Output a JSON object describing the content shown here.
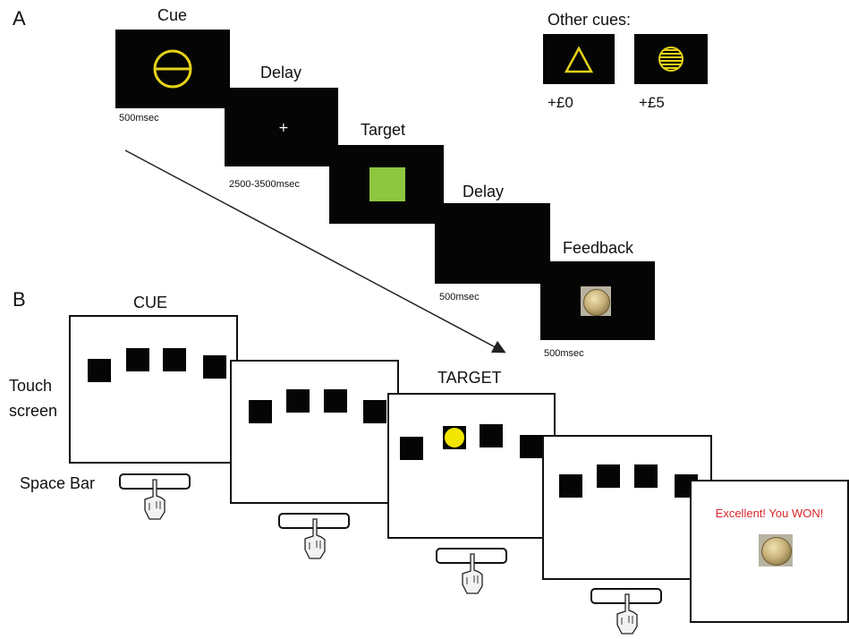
{
  "panel_a": {
    "letter": "A",
    "sequence": [
      {
        "label": "Cue",
        "duration": "500msec"
      },
      {
        "label": "Delay",
        "duration": "2500-3500msec"
      },
      {
        "label": "Target",
        "duration": ""
      },
      {
        "label": "Delay",
        "duration": "500msec"
      },
      {
        "label": "Feedback",
        "duration": "500msec"
      }
    ],
    "other_cues": {
      "title": "Other cues:",
      "items": [
        {
          "shape": "triangle",
          "reward": "+£0"
        },
        {
          "shape": "striped-circle",
          "reward": "+£5"
        }
      ]
    },
    "cue_color": "#e5d21a",
    "target_color": "#8dc63f"
  },
  "panel_b": {
    "letter": "B",
    "screen_labels": [
      "CUE",
      "TARGET"
    ],
    "touch_screen_label": [
      "Touch",
      "screen"
    ],
    "space_bar_label": "Space Bar",
    "feedback_text": "Excellent! You WON!",
    "feedback_color": "#d9262b",
    "target_color": "#f2e600"
  }
}
